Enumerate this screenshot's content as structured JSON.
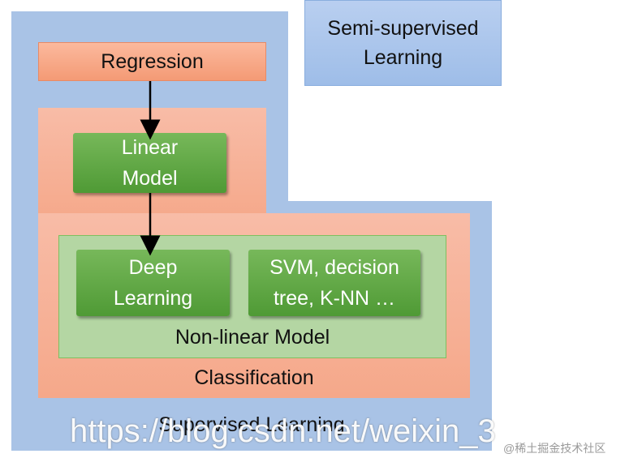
{
  "nodes": {
    "regression": "Regression",
    "linear_model": "Linear\nModel",
    "deep_learning": "Deep\nLearning",
    "svm": "SVM, decision\ntree, K-NN …",
    "nonlinear": "Non-linear Model",
    "classification": "Classification",
    "supervised": "Supervised Learning",
    "semi_supervised": "Semi-supervised\nLearning"
  },
  "watermarks": {
    "url": "https://blog.csdn.net/weixin_3",
    "site": "@稀土掘金技术社区"
  },
  "colors": {
    "supervised_bg": "#a9c3e6",
    "classification_bg": "#f5a88a",
    "nonlinear_bg": "#b4d6a3",
    "model_box": "#5fa642"
  }
}
